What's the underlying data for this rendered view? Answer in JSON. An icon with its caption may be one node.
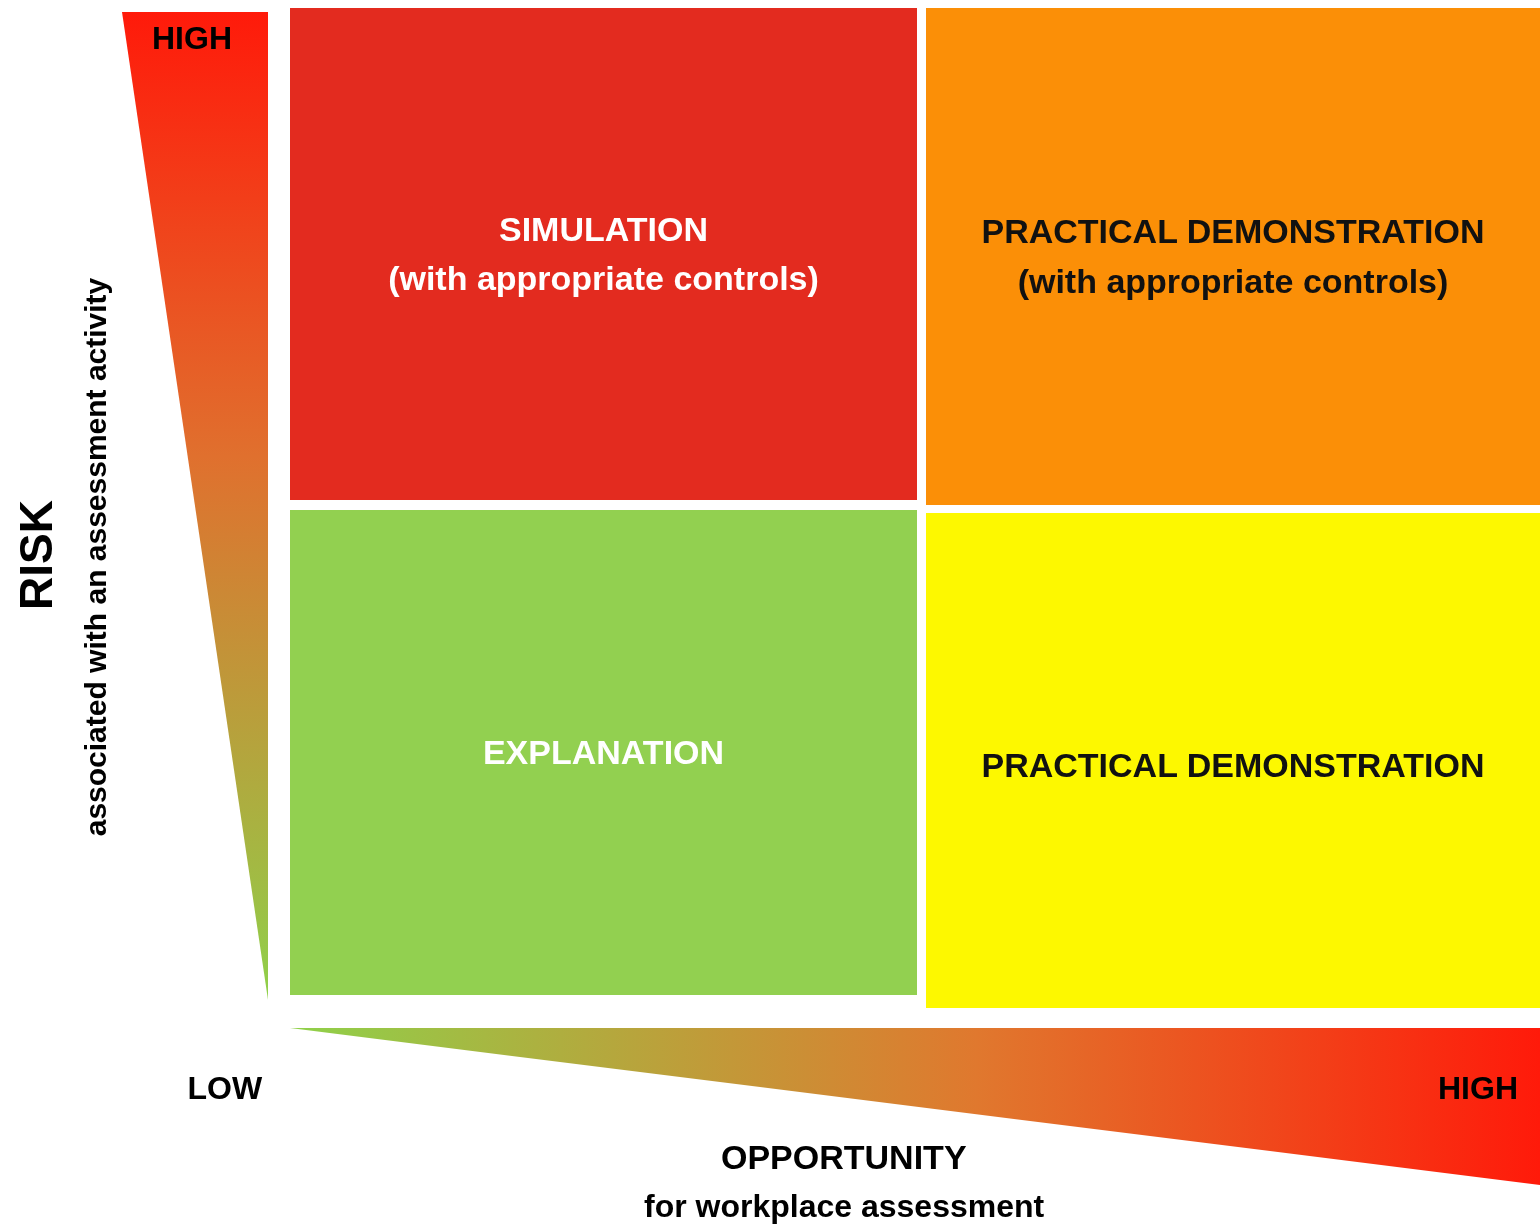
{
  "diagram": {
    "nodes": [
      {
        "text": [
          "SIMULATION",
          "(with appropriate controls)"
        ]
      },
      {
        "text": [
          "PRACTICAL DEMONSTRATION",
          "(with appropriate controls)"
        ]
      },
      {
        "text": [
          "EXPLANATION"
        ]
      },
      {
        "text": [
          "PRACTICAL DEMONSTRATION"
        ]
      }
    ],
    "labels": [
      "HIGH",
      "RISK",
      "associated with an assessment activity",
      "LOW",
      "HIGH",
      "OPPORTUNITY",
      "for workplace assessment"
    ]
  }
}
